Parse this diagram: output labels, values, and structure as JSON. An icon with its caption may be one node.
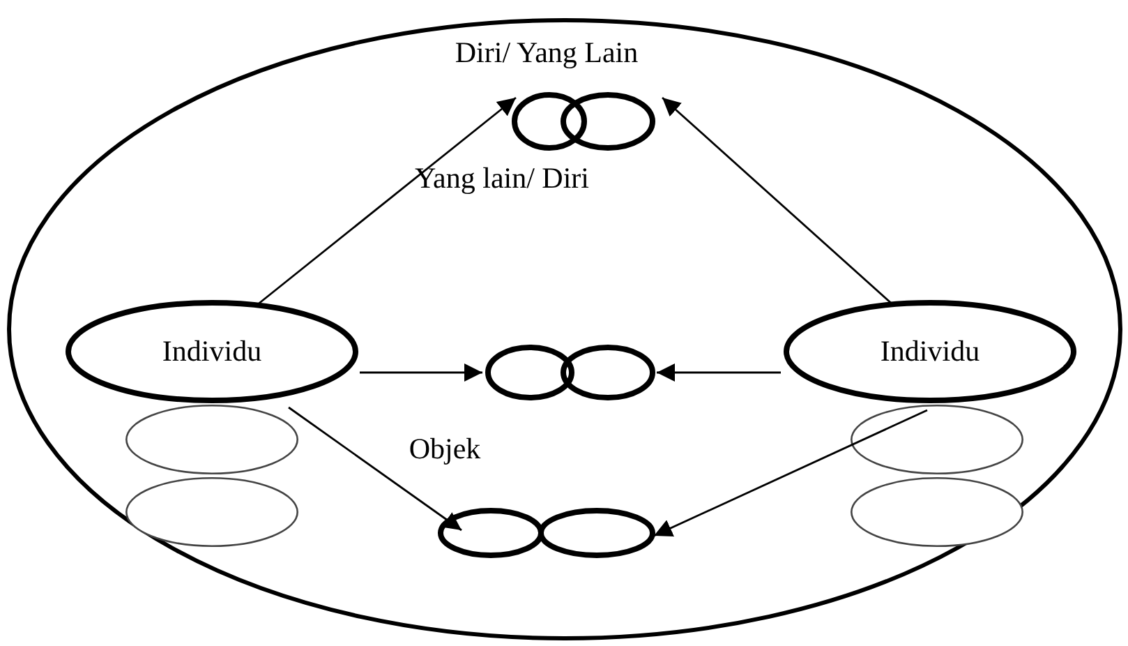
{
  "diagram": {
    "nodes": [
      {
        "text": [],
        "shape": "ellipse"
      },
      {
        "text": [
          "Individu"
        ],
        "in": 0
      },
      {
        "text": [],
        "shape": "ellipse",
        "in": 0
      },
      {
        "text": [],
        "shape": "ellipse",
        "in": 0
      },
      {
        "text": [],
        "shape": "circle",
        "beside": [
          "Diri/ Yang Lain"
        ],
        "in": 0
      },
      {
        "text": [],
        "shape": "circle",
        "in": 0
      },
      {
        "text": [],
        "shape": "circle",
        "beside": [
          "Objek"
        ],
        "in": 0
      },
      {
        "text": [
          "Individu"
        ],
        "in": 0
      },
      {
        "text": [],
        "shape": "ellipse",
        "in": 0
      },
      {
        "text": [],
        "shape": "ellipse",
        "in": 0
      }
    ],
    "edges": [
      {
        "from": 1,
        "to": 4,
        "arrow": "to"
      },
      {
        "from": 7,
        "to": 4,
        "arrow": "to"
      },
      {
        "from": 1,
        "to": 5,
        "arrow": "to"
      },
      {
        "from": 7,
        "to": 5,
        "arrow": "to"
      },
      {
        "from": 2,
        "to": 6,
        "arrow": "to"
      },
      {
        "from": 8,
        "to": 6,
        "arrow": "to"
      }
    ],
    "labels": [
      "Yang lain/ Diri"
    ]
  }
}
